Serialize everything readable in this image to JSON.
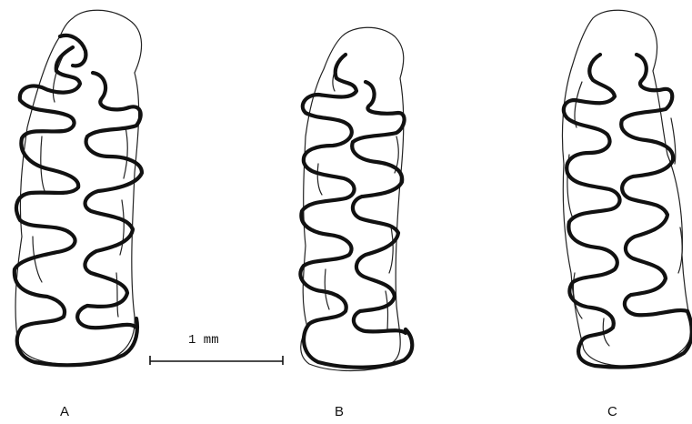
{
  "figure": {
    "panels": [
      {
        "label": "A"
      },
      {
        "label": "B"
      },
      {
        "label": "C"
      }
    ],
    "scale_bar": {
      "text": "1 mm"
    }
  }
}
